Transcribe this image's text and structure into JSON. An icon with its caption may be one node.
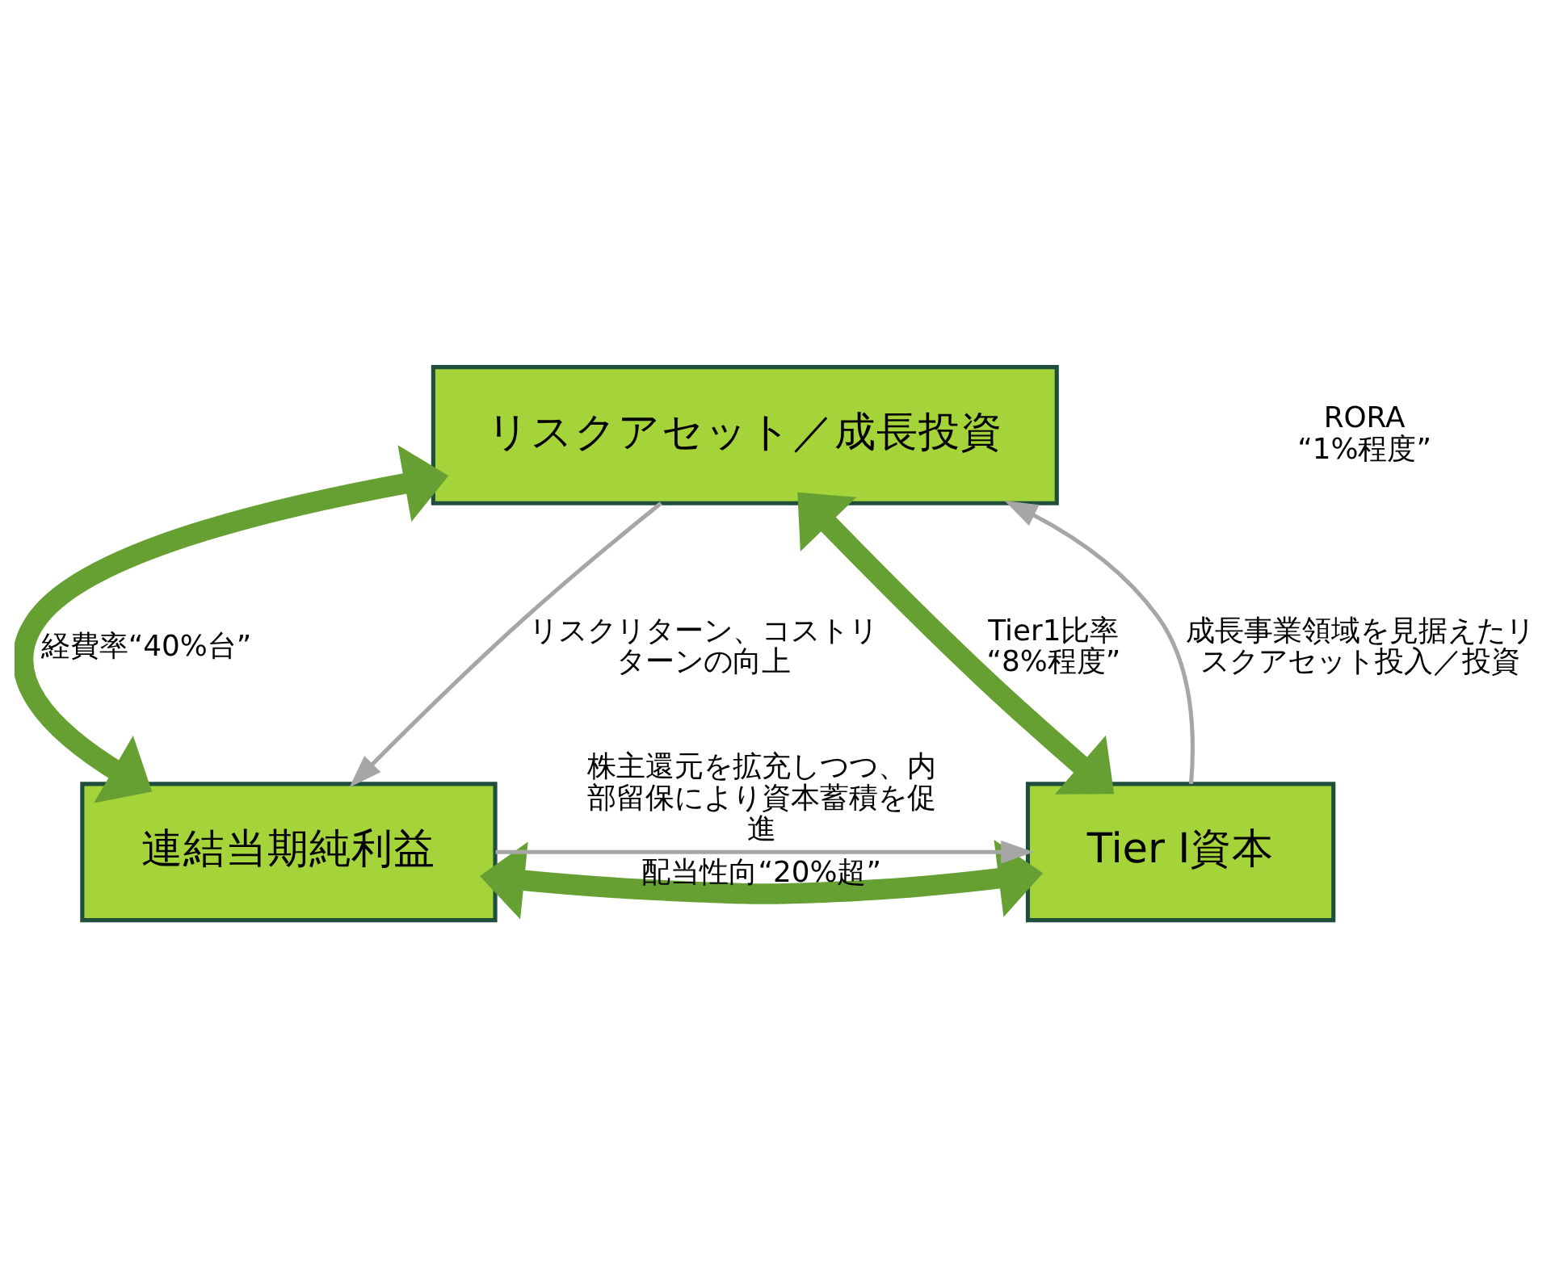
{
  "diagram": {
    "nodes": [
      {
        "text": [
          "リスクアセット／成長投資"
        ]
      },
      {
        "text": [
          "連結当期純利益"
        ]
      },
      {
        "text": [
          "Tier Ⅰ資本"
        ]
      }
    ],
    "edges": [
      {
        "from": 0,
        "to": 1,
        "arrow": "both",
        "label": "経費率“40%台”",
        "style": "thick",
        "color": "#66a032"
      },
      {
        "from": 0,
        "to": 2,
        "arrow": "both",
        "label": "Tier1比率 “8%程度”",
        "style": "thick",
        "color": "#66a032"
      },
      {
        "from": 1,
        "to": 2,
        "arrow": "both",
        "label": "配当性向“20%超”",
        "style": "thick",
        "color": "#66a032"
      },
      {
        "from": 0,
        "to": 1,
        "arrow": "to",
        "label": "リスクリターン、コストリターンの向上",
        "color": "#a6a6a6"
      },
      {
        "from": 1,
        "to": 2,
        "arrow": "to",
        "label": "株主還元を拡充しつつ、内部留保により資本蓄積を促進",
        "color": "#a6a6a6"
      },
      {
        "from": 2,
        "to": 0,
        "arrow": "to",
        "label": "成長事業領域を見据えたリスクアセット投入／投資",
        "color": "#a6a6a6"
      }
    ],
    "labels": [
      "RORA “1%程度”"
    ]
  }
}
